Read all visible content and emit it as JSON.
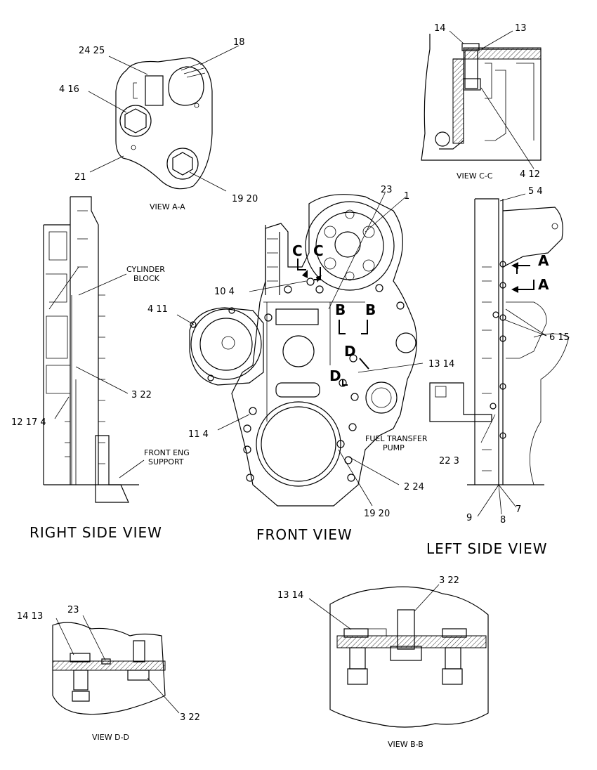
{
  "callouts": {
    "c18": "18",
    "c24_25": "24 25",
    "c4_16": "4 16",
    "c21": "21",
    "c19_20_top": "19 20",
    "c14_top": "14",
    "c13_top": "13",
    "c4_12": "4 12",
    "c23_mid": "23",
    "c1": "1",
    "c5_4": "5 4",
    "c10_4": "10 4",
    "c4_11": "4 11",
    "c6_15": "6 15",
    "c13_14_mid": "13 14",
    "c3_22_right": "3 22",
    "c12_17_4": "12 17 4",
    "c11_4": "11 4",
    "c22_3": "22 3",
    "c2_24": "2 24",
    "c19_20_bottom": "19 20",
    "c9": "9",
    "c8": "8",
    "c7": "7",
    "c3_22_bb": "3 22",
    "c13_14_bb": "13 14",
    "c14_13_dd": "14 13",
    "c23_dd": "23",
    "c3_22_dd": "3 22"
  },
  "notes": {
    "cylinder_block_1": "CYLINDER",
    "cylinder_block_2": "BLOCK",
    "front_eng_support_1": "FRONT ENG",
    "front_eng_support_2": "SUPPORT",
    "fuel_transfer_pump_1": "FUEL TRANSFER",
    "fuel_transfer_pump_2": "PUMP"
  },
  "section_letters": {
    "c1": "C",
    "c2": "C",
    "b1": "B",
    "b2": "B",
    "d1": "D",
    "d2": "D",
    "a1": "A",
    "a2": "A"
  },
  "views": {
    "view_aa": "VIEW A-A",
    "view_cc": "VIEW C-C",
    "view_dd": "VIEW D-D",
    "view_bb": "VIEW B-B",
    "right_side": "RIGHT SIDE VIEW",
    "front": "FRONT VIEW",
    "left_side": "LEFT SIDE VIEW"
  }
}
